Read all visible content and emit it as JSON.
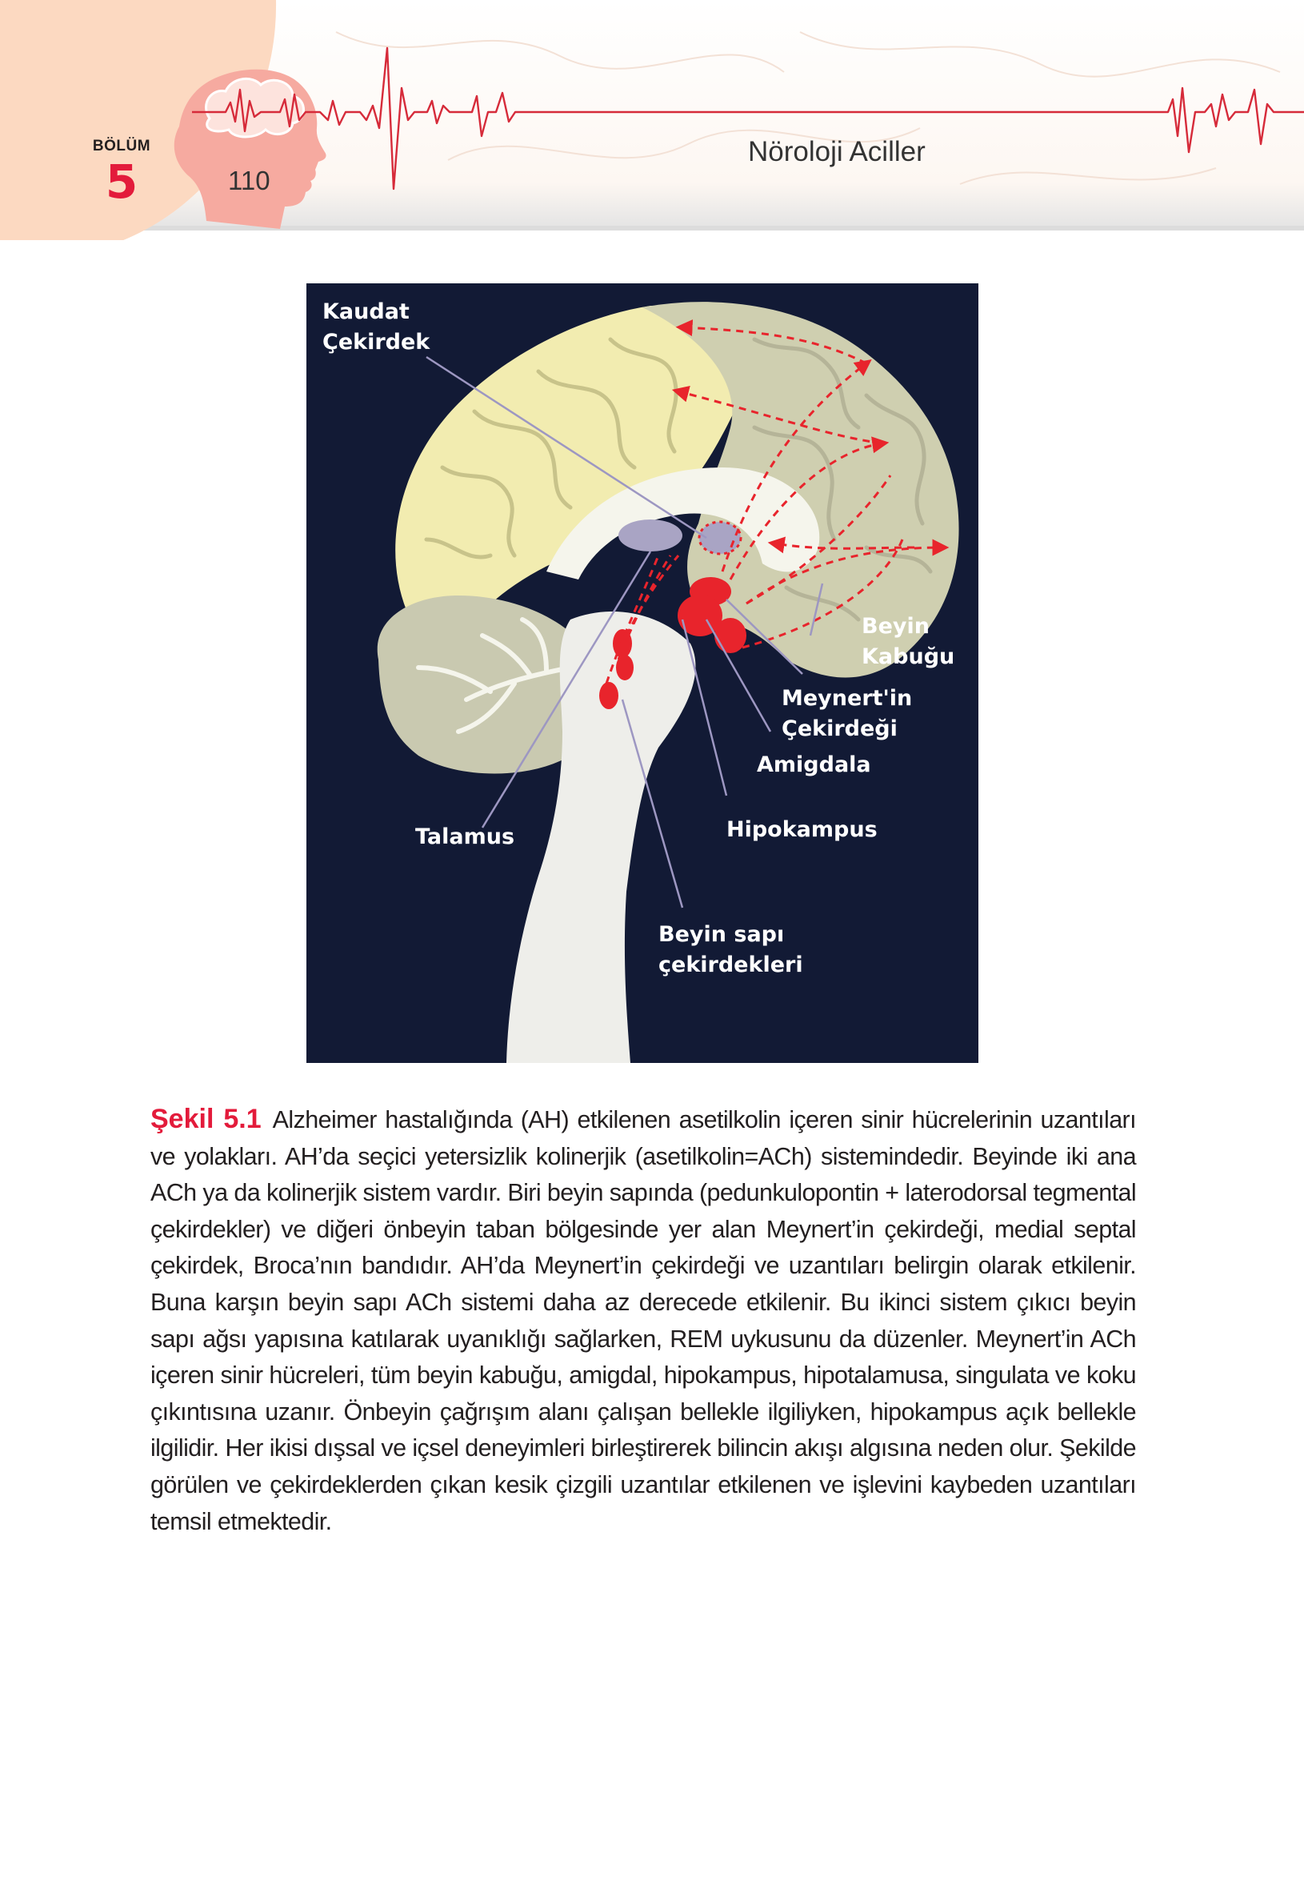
{
  "header": {
    "chapter_label": "BÖLÜM",
    "chapter_number": "5",
    "page_number": "110",
    "running_title": "Nöroloji Aciller"
  },
  "colors": {
    "accent_red": "#e31b3b",
    "peach": "#fcd9c1",
    "head_pink": "#f6aaa0",
    "figure_bg": "#121a35"
  },
  "figure": {
    "labels": {
      "caudate": "Kaudat\nÇekirdek",
      "cortex": "Beyin\nKabuğu",
      "meynert": "Meynert'in\nÇekirdeği",
      "amygdala": "Amigdala",
      "hippocampus": "Hipokampus",
      "thalamus": "Talamus",
      "brainstem": "Beyin sapı\nçekirdekleri"
    }
  },
  "caption": {
    "number": "Şekil 5.1",
    "text": "Alzheimer hastalığında (AH) etkilenen asetilkolin içeren sinir hücrelerinin uzantıları ve yolakları. AH’da seçici yetersizlik kolinerjik (asetilkolin=ACh) sistemindedir. Beyinde iki ana ACh ya da kolinerjik sistem vardır. Biri beyin sapında (pedunkulopontin + laterodorsal tegmental çekirdekler) ve diğeri önbeyin taban bölgesinde yer alan Meynert’in çekirdeği, medial septal çekirdek, Broca’nın bandıdır. AH’da Meynert’in çekirdeği ve uzantıları belirgin olarak etkilenir. Buna karşın beyin sapı ACh sistemi daha az derecede etkilenir. Bu ikinci sistem çıkıcı beyin sapı ağsı yapısına katılarak uyanıklığı sağlarken, REM uykusunu da düzenler. Meynert’in ACh içeren sinir hücreleri, tüm beyin kabuğu, amigdal, hipokampus, hipotalamusa, singulata ve koku çıkıntısına uzanır. Önbeyin çağrışım alanı çalışan bellekle ilgiliyken, hipokampus açık bellekle ilgilidir. Her ikisi dışsal ve içsel deneyimleri birleştirerek bilincin akışı algısına neden olur. Şekilde görülen ve çekirdeklerden çıkan kesik çizgili uzantılar etkilenen ve işlevini kaybeden uzantıları temsil etmektedir."
  }
}
